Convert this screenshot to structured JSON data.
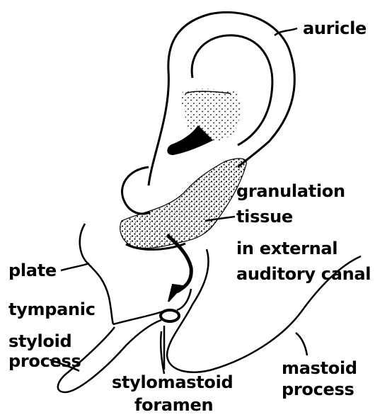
{
  "figure": {
    "labels": {
      "auricle": "auricle",
      "granulation": "granulation",
      "tissue": "tissue",
      "in_external": "in external",
      "auditory_canal": "auditory canal",
      "plate": "plate",
      "tympanic": "tympanic",
      "styloid": "styloid",
      "process_styloid": "process",
      "stylomastoid": "stylomastoid",
      "foramen": "foramen",
      "mastoid": "mastoid",
      "process_mastoid": "process"
    }
  },
  "colors": {
    "ink": "#000000",
    "background": "#ffffff"
  }
}
